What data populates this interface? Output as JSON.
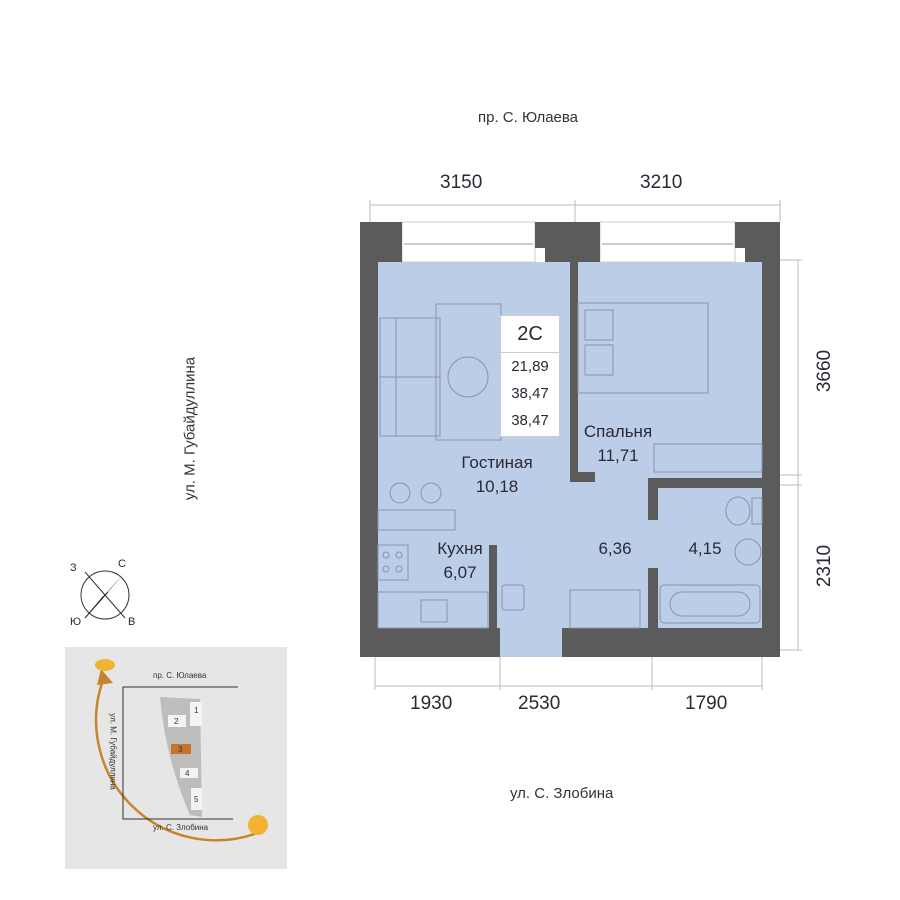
{
  "streets": {
    "top": "пр. С. Юлаева",
    "bottom": "ул. С. Злобина",
    "left": "ул. М. Губайдуллина"
  },
  "dimensions": {
    "top": [
      "3150",
      "3210"
    ],
    "bottom": [
      "1930",
      "2530",
      "1790"
    ],
    "right": [
      "3660",
      "2310"
    ]
  },
  "apartment": {
    "code": "2С",
    "living_area": "21,89",
    "total_area": "38,47",
    "total_area_with_balcony": "38,47"
  },
  "rooms": [
    {
      "name": "Гостиная",
      "area": "10,18"
    },
    {
      "name": "Спальня",
      "area": "11,71"
    },
    {
      "name": "Кухня",
      "area": "6,07"
    },
    {
      "name": "",
      "area": "6,36"
    },
    {
      "name": "",
      "area": "4,15"
    }
  ],
  "compass": {
    "n": "С",
    "e": "В",
    "s": "Ю",
    "w": "З"
  },
  "site_map": {
    "top_street": "пр. С. Юлаева",
    "bottom_street": "ул. С. Злобина",
    "left_street": "ул. М. Губайдуллина",
    "buildings": [
      "1",
      "2",
      "3",
      "4",
      "5"
    ],
    "highlight_building": "3",
    "highlight_color": "#c8732a"
  },
  "colors": {
    "floor": "#bccde8",
    "wall": "#5b5b5b",
    "accent": "#c8842a"
  }
}
